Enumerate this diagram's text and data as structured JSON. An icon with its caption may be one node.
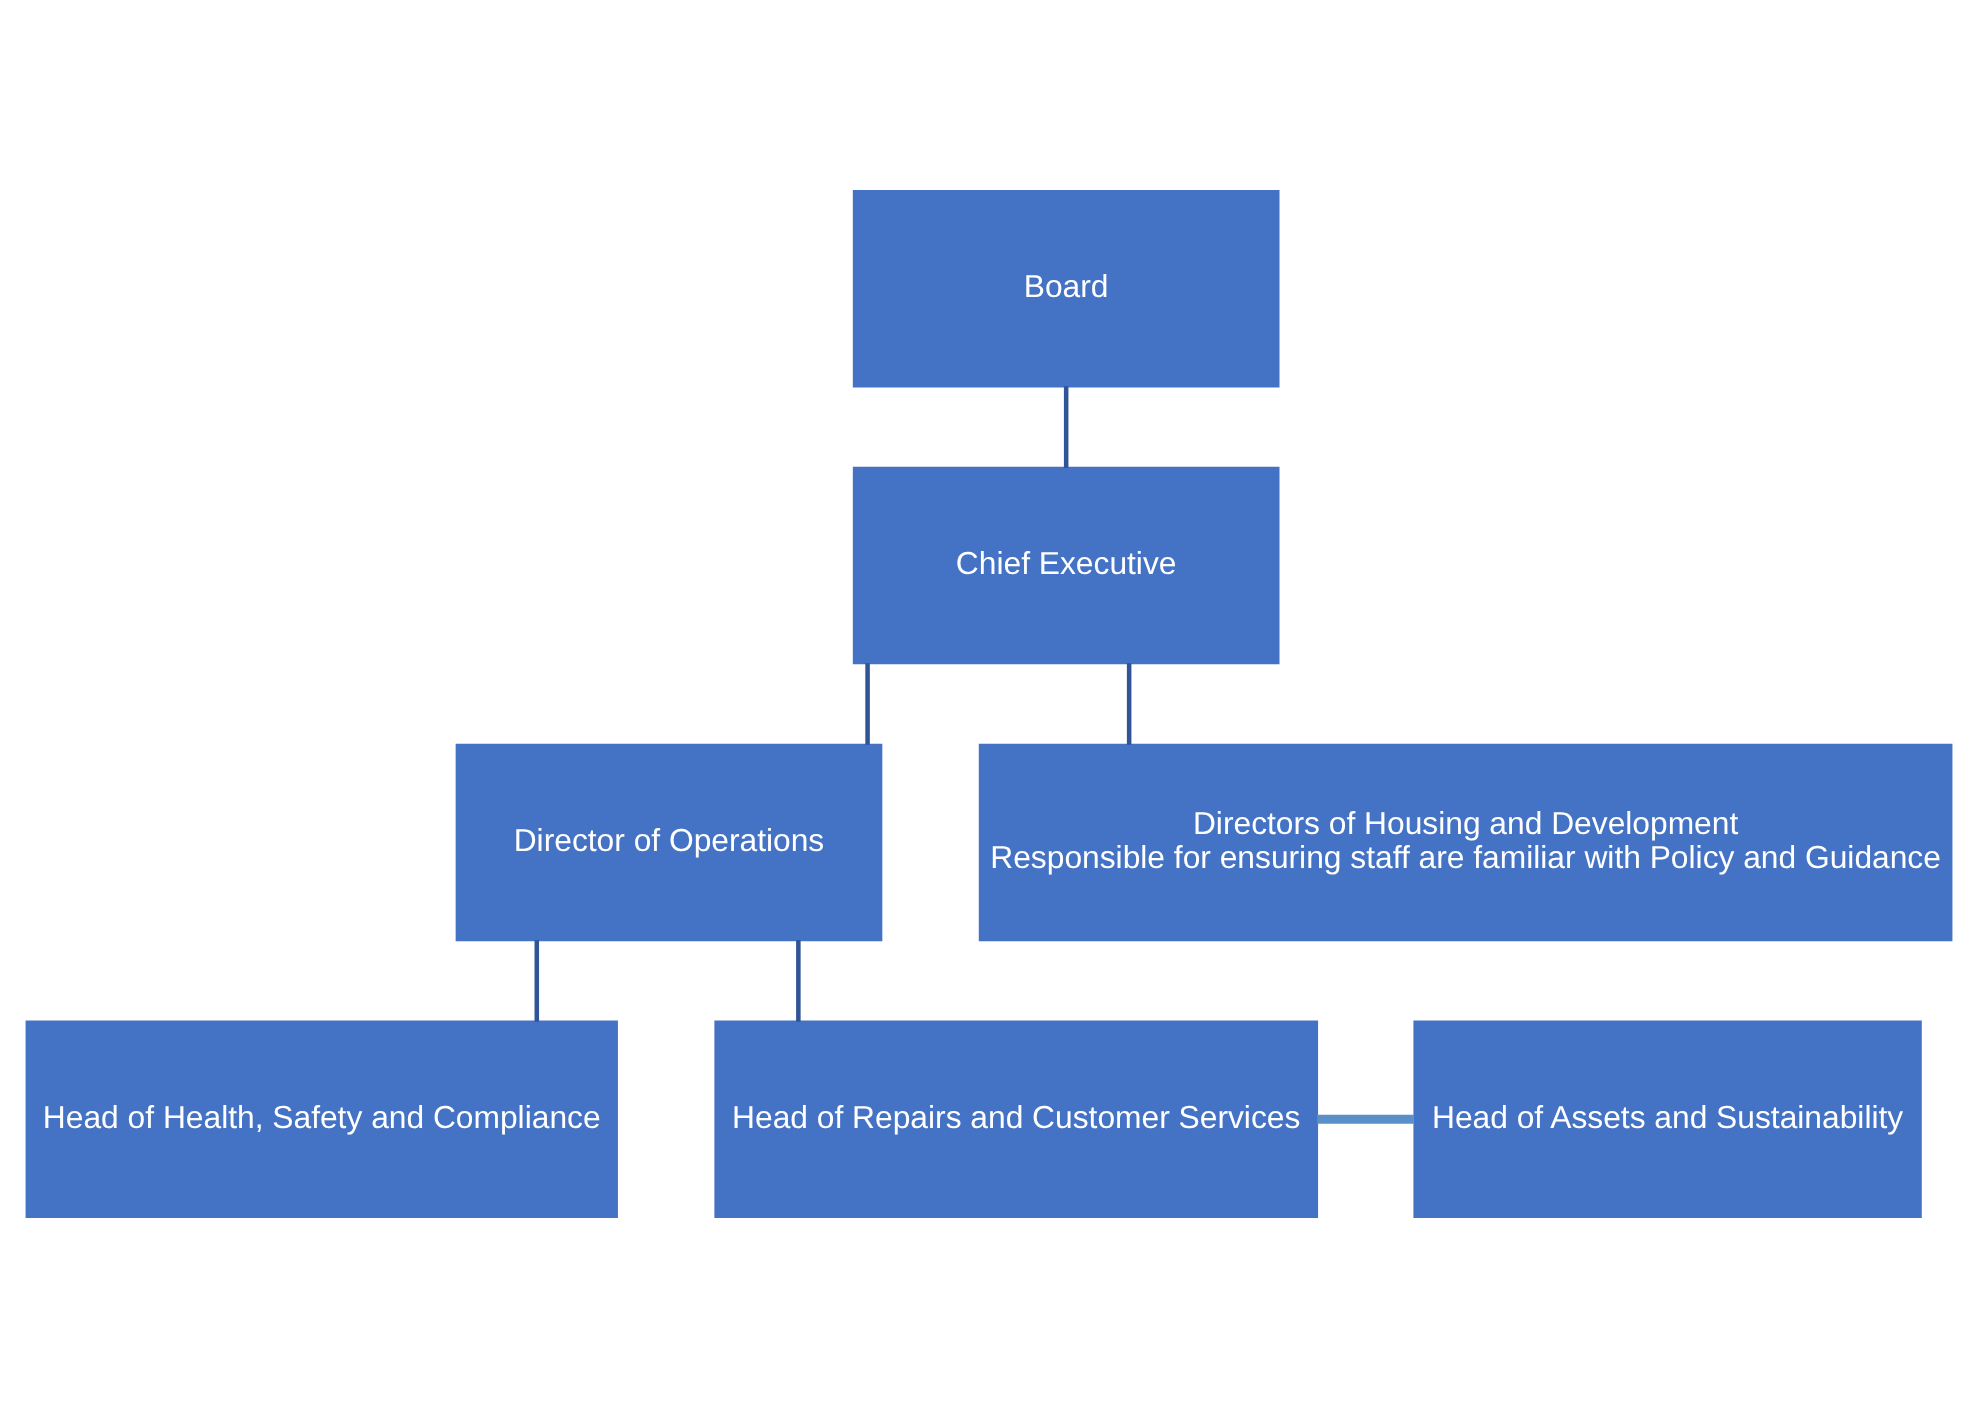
{
  "diagram": {
    "nodes": [
      {
        "text": [
          "Board"
        ]
      },
      {
        "text": [
          "Chief Executive"
        ]
      },
      {
        "text": [
          "Director of Operations"
        ]
      },
      {
        "text": [
          "Directors of Housing and Development",
          "Responsible for ensuring staff are familiar with Policy and Guidance"
        ]
      },
      {
        "text": [
          "Head of Health, Safety and Compliance"
        ]
      },
      {
        "text": [
          "Head of Repairs and Customer Services"
        ]
      },
      {
        "text": [
          "Head of Assets and Sustainability"
        ]
      }
    ],
    "edges": [
      {
        "from": 0,
        "to": 1,
        "arrow": "none"
      },
      {
        "from": 1,
        "to": 2,
        "arrow": "none"
      },
      {
        "from": 1,
        "to": 3,
        "arrow": "none"
      },
      {
        "from": 2,
        "to": 4,
        "arrow": "none"
      },
      {
        "from": 2,
        "to": 5,
        "arrow": "none"
      },
      {
        "from": 5,
        "to": 6,
        "arrow": "none",
        "style": "thick",
        "color": "#5b8fc9"
      }
    ]
  }
}
